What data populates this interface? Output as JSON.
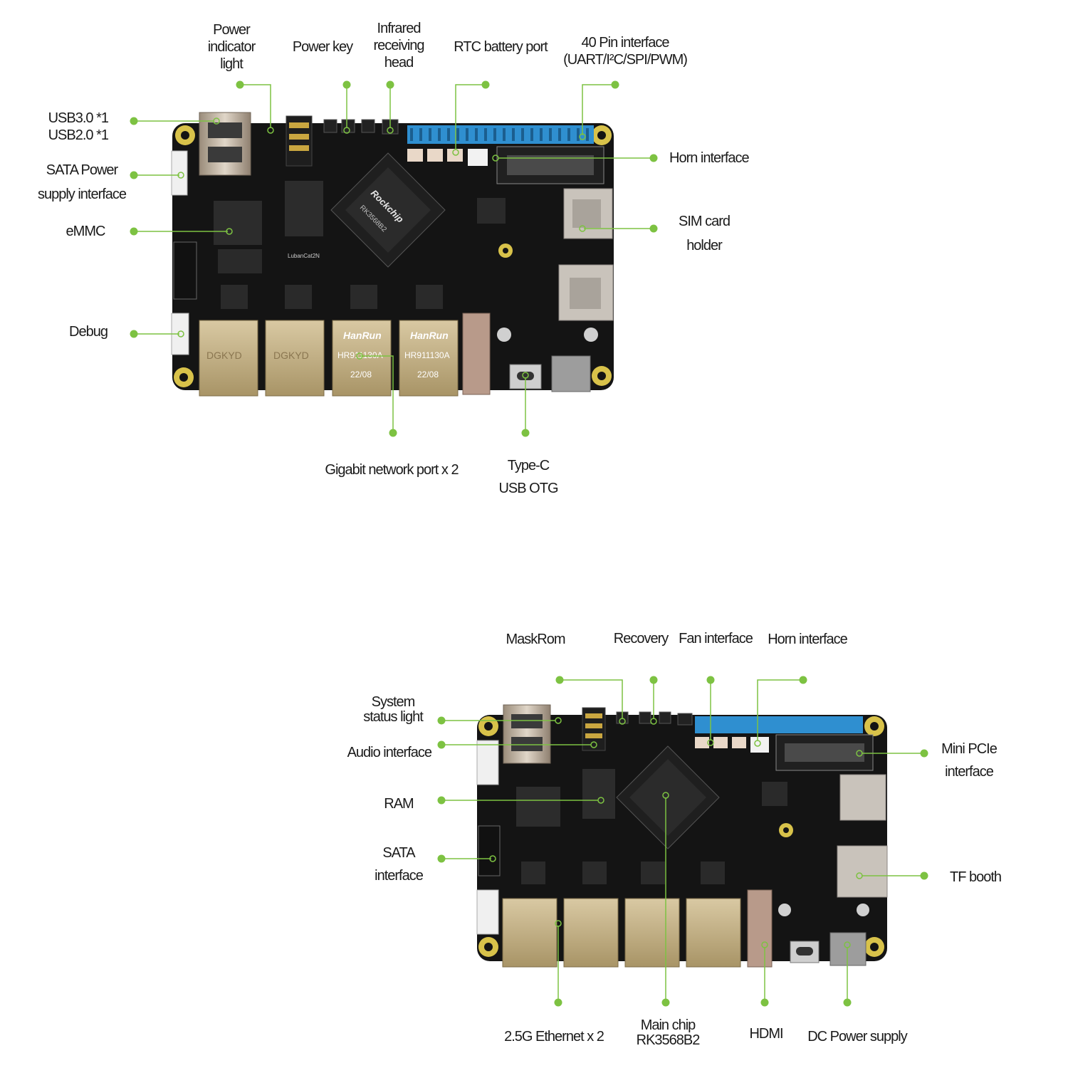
{
  "colors": {
    "accent_green": "#7dc242",
    "board_black": "#111111",
    "header_blue": "#2f8fd0",
    "rj45_gold": "#c9b48a"
  },
  "views": [
    {
      "name": "board-top-view",
      "labels": [
        {
          "id": "power-indicator-light",
          "lines": [
            "Power",
            "indicator",
            "light"
          ]
        },
        {
          "id": "power-key",
          "lines": [
            "Power key"
          ]
        },
        {
          "id": "infrared-receiving-head",
          "lines": [
            "Infrared",
            "receiving",
            "head"
          ]
        },
        {
          "id": "rtc-battery-port",
          "lines": [
            "RTC battery port"
          ]
        },
        {
          "id": "40-pin-interface",
          "lines": [
            "40 Pin interface",
            "(UART/I²C/SPI/PWM)"
          ]
        },
        {
          "id": "usb-ports",
          "lines": [
            "USB3.0 *1",
            "USB2.0 *1"
          ]
        },
        {
          "id": "sata-power-supply",
          "lines": [
            "SATA Power",
            "supply interface"
          ]
        },
        {
          "id": "emmc",
          "lines": [
            "eMMC"
          ]
        },
        {
          "id": "debug",
          "lines": [
            "Debug"
          ]
        },
        {
          "id": "horn-interface",
          "lines": [
            "Horn interface"
          ]
        },
        {
          "id": "sim-card-holder",
          "lines": [
            "SIM card",
            "holder"
          ]
        },
        {
          "id": "gigabit-network-port",
          "lines": [
            "Gigabit network port x 2"
          ]
        },
        {
          "id": "type-c-usb-otg",
          "lines": [
            "Type-C",
            "USB OTG"
          ]
        }
      ]
    },
    {
      "name": "board-second-view",
      "labels": [
        {
          "id": "maskrom",
          "lines": [
            "MaskRom"
          ]
        },
        {
          "id": "recovery",
          "lines": [
            "Recovery"
          ]
        },
        {
          "id": "fan-interface",
          "lines": [
            "Fan interface"
          ]
        },
        {
          "id": "horn-interface-2",
          "lines": [
            "Horn interface"
          ]
        },
        {
          "id": "system-status-light",
          "lines": [
            "System",
            "status light"
          ]
        },
        {
          "id": "audio-interface",
          "lines": [
            "Audio interface"
          ]
        },
        {
          "id": "ram",
          "lines": [
            "RAM"
          ]
        },
        {
          "id": "sata-interface",
          "lines": [
            "SATA",
            "interface"
          ]
        },
        {
          "id": "mini-pcie",
          "lines": [
            "Mini PCIe",
            "interface"
          ]
        },
        {
          "id": "tf-booth",
          "lines": [
            "TF booth"
          ]
        },
        {
          "id": "2-5g-ethernet",
          "lines": [
            "2.5G Ethernet x 2"
          ]
        },
        {
          "id": "main-chip",
          "lines": [
            "Main chip",
            "RK3568B2"
          ]
        },
        {
          "id": "hdmi",
          "lines": [
            "HDMI"
          ]
        },
        {
          "id": "dc-power-supply",
          "lines": [
            "DC Power supply"
          ]
        }
      ]
    }
  ],
  "board_print": {
    "soc_brand": "Rockchip",
    "soc_model": "RK3568B2",
    "board_name": "LubanCat2N",
    "rj45_left_brand": "DGKYD",
    "rj45_right_brand": "HanRun",
    "rj45_right_model": "HR911130A",
    "rj45_right_date": "22/08"
  }
}
